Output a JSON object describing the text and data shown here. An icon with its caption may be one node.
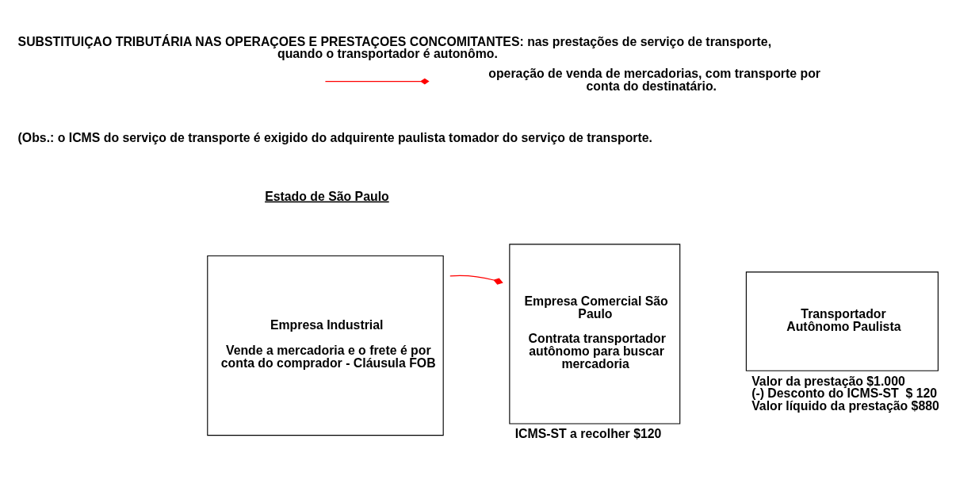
{
  "diagram": {
    "title": "SUBSTITUIÇAO TRIBUTÁRIA NAS OPERAÇOES E PRESTAÇOES CONCOMITANTES: nas prestações de serviço de transporte, quando o transportador é autonômo.",
    "nodes": [
      {
        "text": [
          "Empresa Industrial",
          "Vende a mercadoria e o frete é por conta do comprador - Cláusula FOB"
        ]
      },
      {
        "text": [
          "Empresa Comercial São Paulo",
          "Contrata transportador autônomo para buscar mercadoria"
        ],
        "beside": [
          "ICMS-ST a recolher $120"
        ]
      },
      {
        "text": [
          "Transportador Autônomo Paulista"
        ],
        "beside": [
          "Valor da prestação $1.000",
          "(-) Desconto do ICMS-ST  $ 120",
          "Valor líquido da prestação $880"
        ]
      }
    ],
    "edges": [
      {
        "from": 0,
        "to": 1,
        "arrow": "other",
        "color": "#ff0000"
      }
    ],
    "labels": [
      "(Obs.: o ICMS do serviço de transporte é exigido do adquirente paulista tomador do serviço de transporte.",
      "Estado de São Paulo"
    ],
    "legend": [
      {
        "text": "operação de venda de mercadorias, com transporte por conta do destinatário."
      }
    ]
  }
}
